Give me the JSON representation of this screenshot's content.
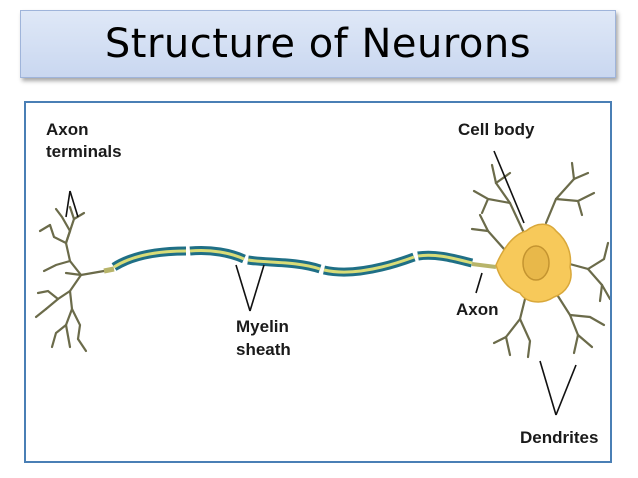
{
  "slide": {
    "title": "Structure of Neurons"
  },
  "diagram": {
    "labels": {
      "axon_terminals_line1": "Axon",
      "axon_terminals_line2": "terminals",
      "myelin_line1": "Myelin",
      "myelin_line2": "sheath",
      "cell_body": "Cell body",
      "axon": "Axon",
      "dendrites": "Dendrites"
    },
    "colors": {
      "myelin_outer": "#1f6f86",
      "myelin_inner": "#d8dc78",
      "cell_body": "#f7c95a",
      "nucleus": "#e8b84a",
      "branches": "#6b6b4a",
      "frame": "#4a7fb5"
    }
  }
}
